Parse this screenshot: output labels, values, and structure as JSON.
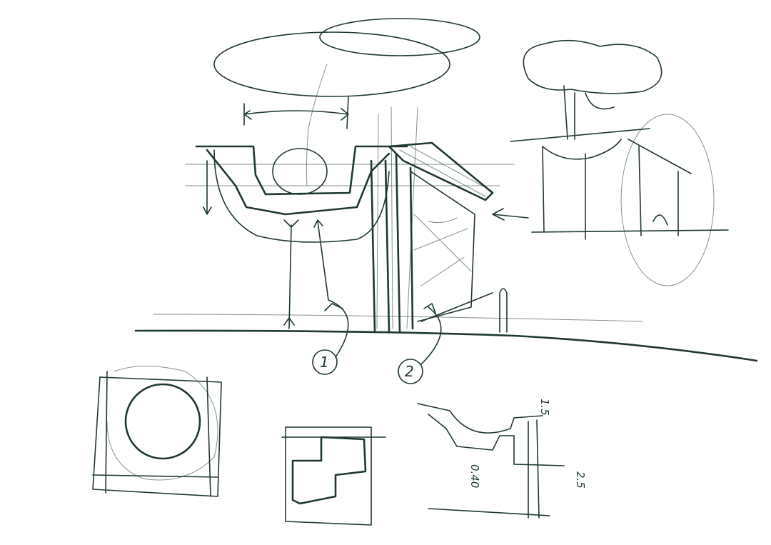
{
  "sketch": {
    "markers": [
      {
        "label": "1"
      },
      {
        "label": "2"
      }
    ],
    "section_dimensions": {
      "ceiling_depth": "0.40",
      "upper_height": "1.5",
      "lower_height": "2.5"
    }
  },
  "colors": {
    "ink": "#1f3a2c",
    "paper": "#ffffff"
  }
}
